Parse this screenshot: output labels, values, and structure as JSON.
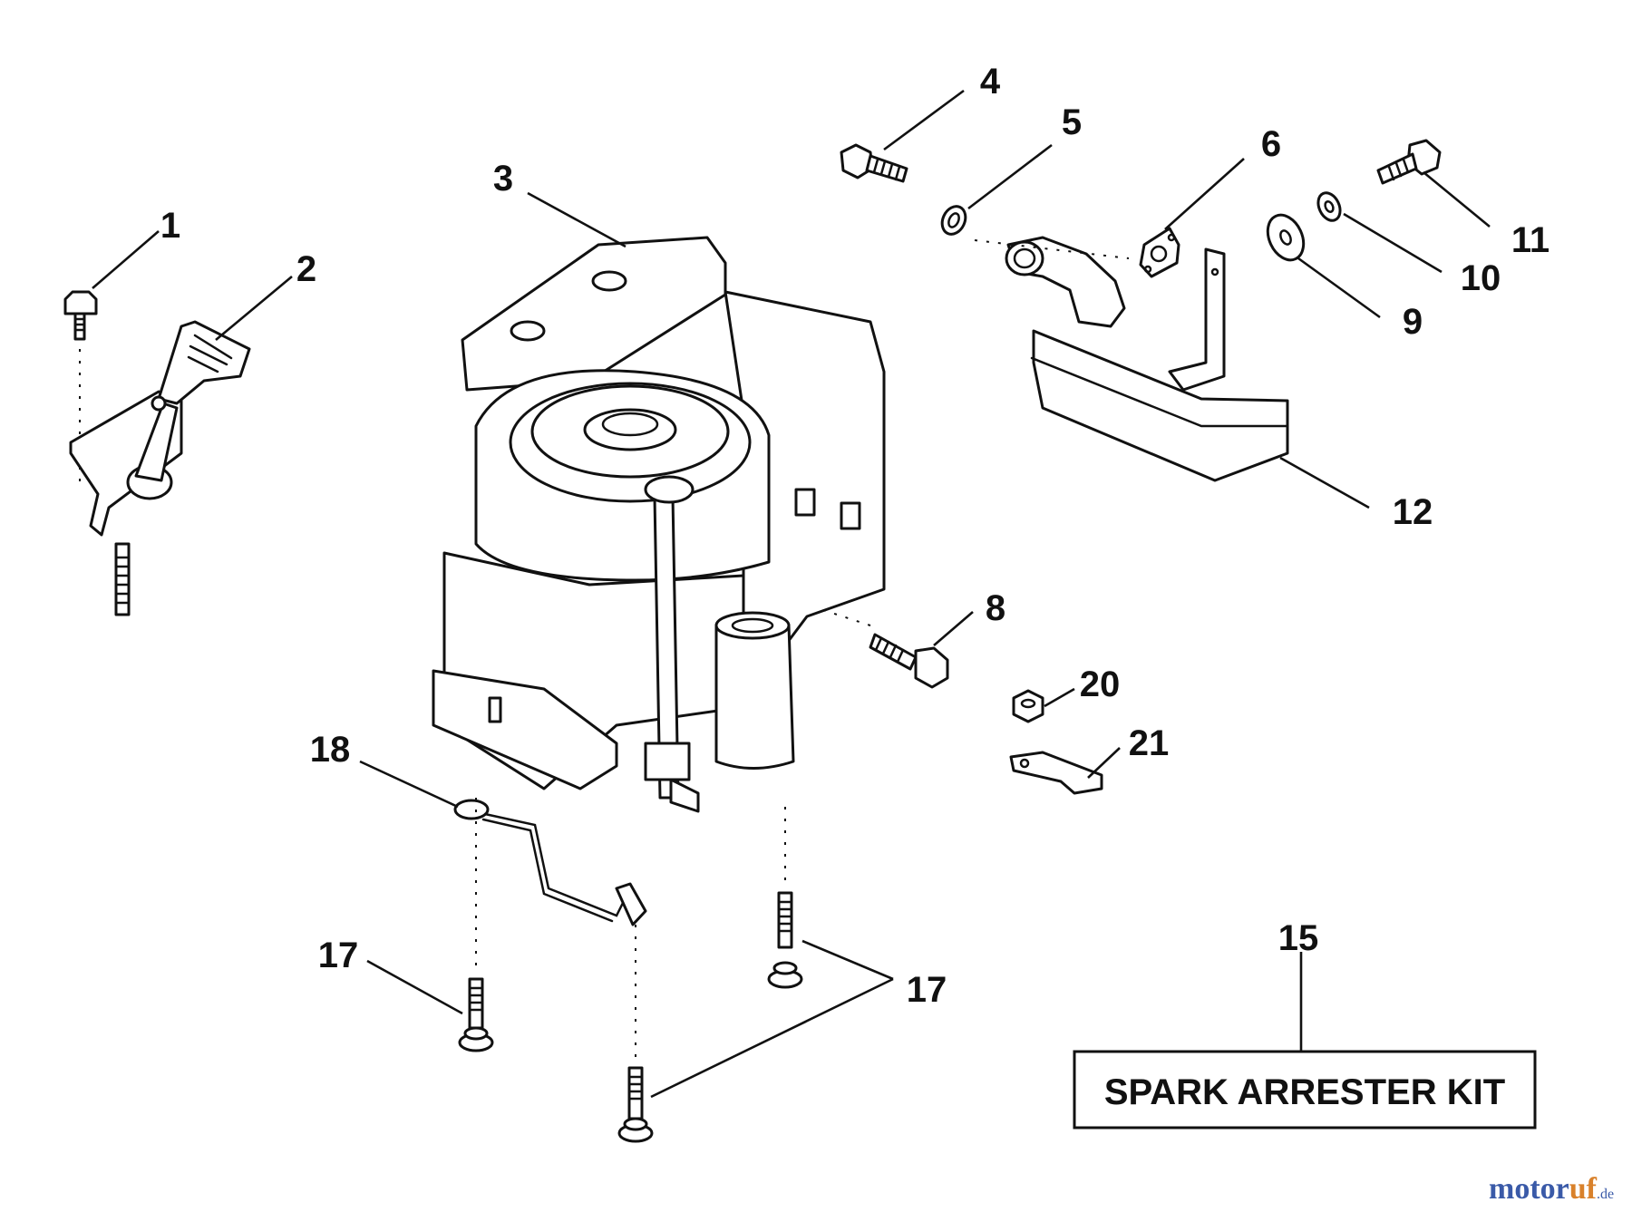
{
  "diagram": {
    "callouts": {
      "c1": "1",
      "c2": "2",
      "c3": "3",
      "c4": "4",
      "c5": "5",
      "c6": "6",
      "c8": "8",
      "c9": "9",
      "c10": "10",
      "c11": "11",
      "c12": "12",
      "c15": "15",
      "c17a": "17",
      "c17b": "17",
      "c18": "18",
      "c20": "20",
      "c21": "21"
    },
    "kit_label": "SPARK ARRESTER KIT"
  },
  "watermark": {
    "part1": "motor",
    "part2": "uf",
    "suffix": ".de"
  }
}
